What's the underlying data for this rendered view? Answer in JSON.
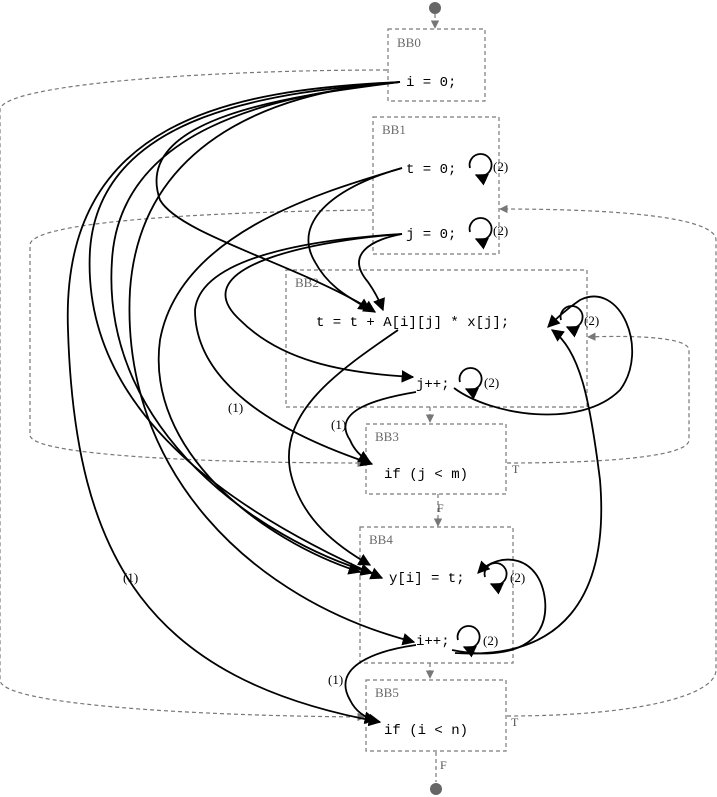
{
  "blocks": [
    {
      "id": "BB0",
      "statements": [
        "i = 0;"
      ]
    },
    {
      "id": "BB1",
      "statements": [
        "t = 0;",
        "j = 0;"
      ]
    },
    {
      "id": "BB2",
      "statements": [
        "t = t + A[i][j] * x[j];",
        "j++;"
      ]
    },
    {
      "id": "BB3",
      "statements": [
        "if (j < m)"
      ]
    },
    {
      "id": "BB4",
      "statements": [
        "y[i] = t;",
        "i++;"
      ]
    },
    {
      "id": "BB5",
      "statements": [
        "if (i < n)"
      ]
    }
  ],
  "self_loop_labels": [
    "(2)",
    "(2)",
    "(2)",
    "(2)",
    "(2)",
    "(2)"
  ],
  "edge_labels": [
    "(1)",
    "(1)",
    "(1)",
    "(1)"
  ],
  "branch_labels": {
    "bb3_true": "T",
    "bb3_false": "F",
    "bb5_true": "T",
    "bb5_false": "F"
  },
  "colors": {
    "dependence": "#000000",
    "control_flow": "#777777",
    "box": "#7a7a7a"
  }
}
